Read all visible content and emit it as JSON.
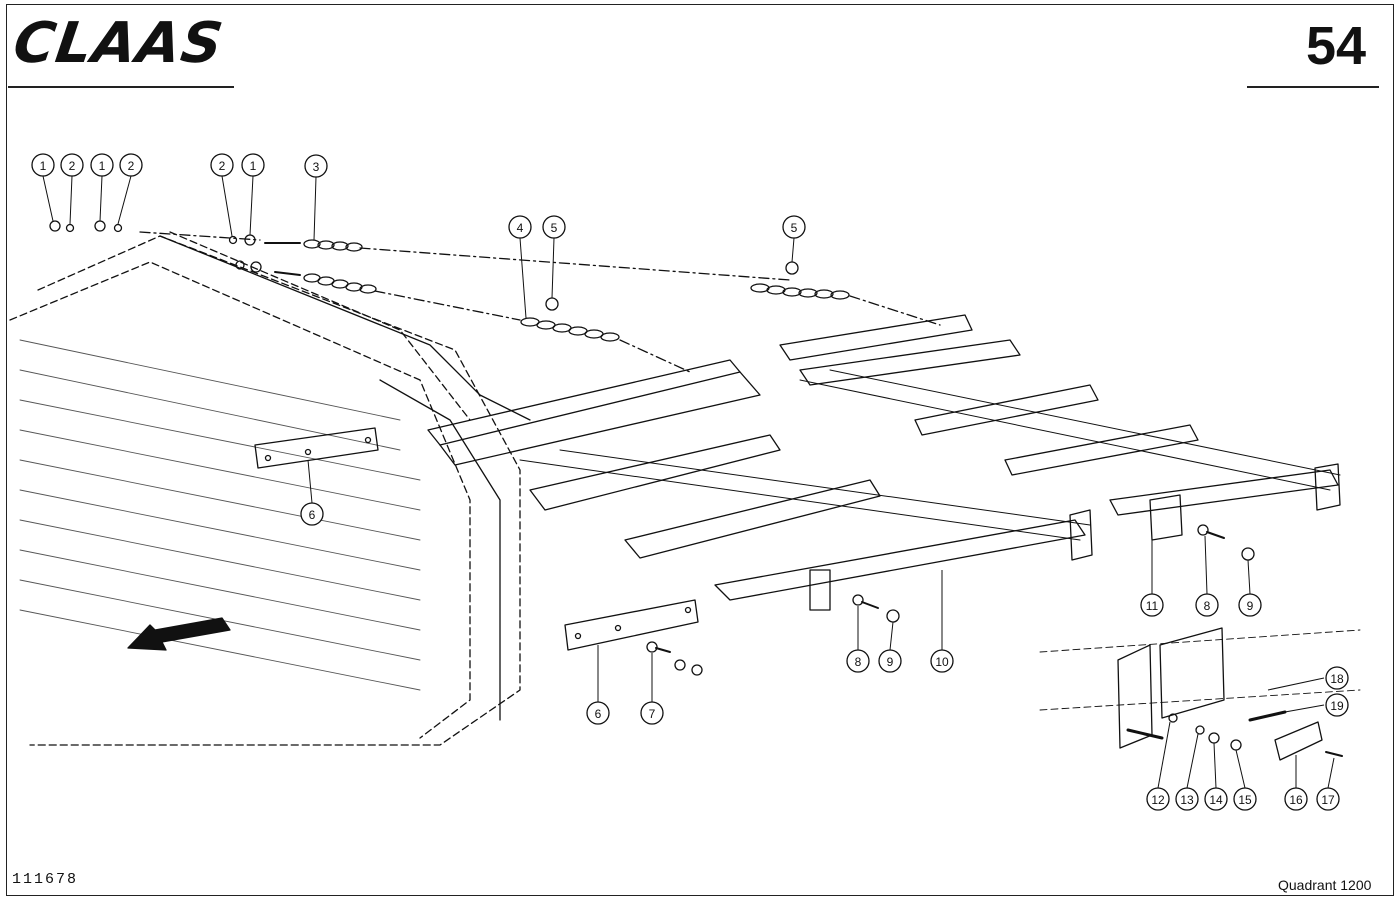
{
  "header": {
    "brand": "CLAAS",
    "page_number": "54"
  },
  "footer": {
    "diagram_id": "111678",
    "model": "Quadrant 1200"
  },
  "callouts": [
    {
      "label": "1"
    },
    {
      "label": "2"
    },
    {
      "label": "1"
    },
    {
      "label": "2"
    },
    {
      "label": "2"
    },
    {
      "label": "1"
    },
    {
      "label": "3"
    },
    {
      "label": "4"
    },
    {
      "label": "5"
    },
    {
      "label": "5"
    },
    {
      "label": "6"
    },
    {
      "label": "6"
    },
    {
      "label": "7"
    },
    {
      "label": "8"
    },
    {
      "label": "9"
    },
    {
      "label": "10"
    },
    {
      "label": "11"
    },
    {
      "label": "8"
    },
    {
      "label": "9"
    },
    {
      "label": "18"
    },
    {
      "label": "19"
    },
    {
      "label": "12"
    },
    {
      "label": "13"
    },
    {
      "label": "14"
    },
    {
      "label": "15"
    },
    {
      "label": "16"
    },
    {
      "label": "17"
    }
  ]
}
